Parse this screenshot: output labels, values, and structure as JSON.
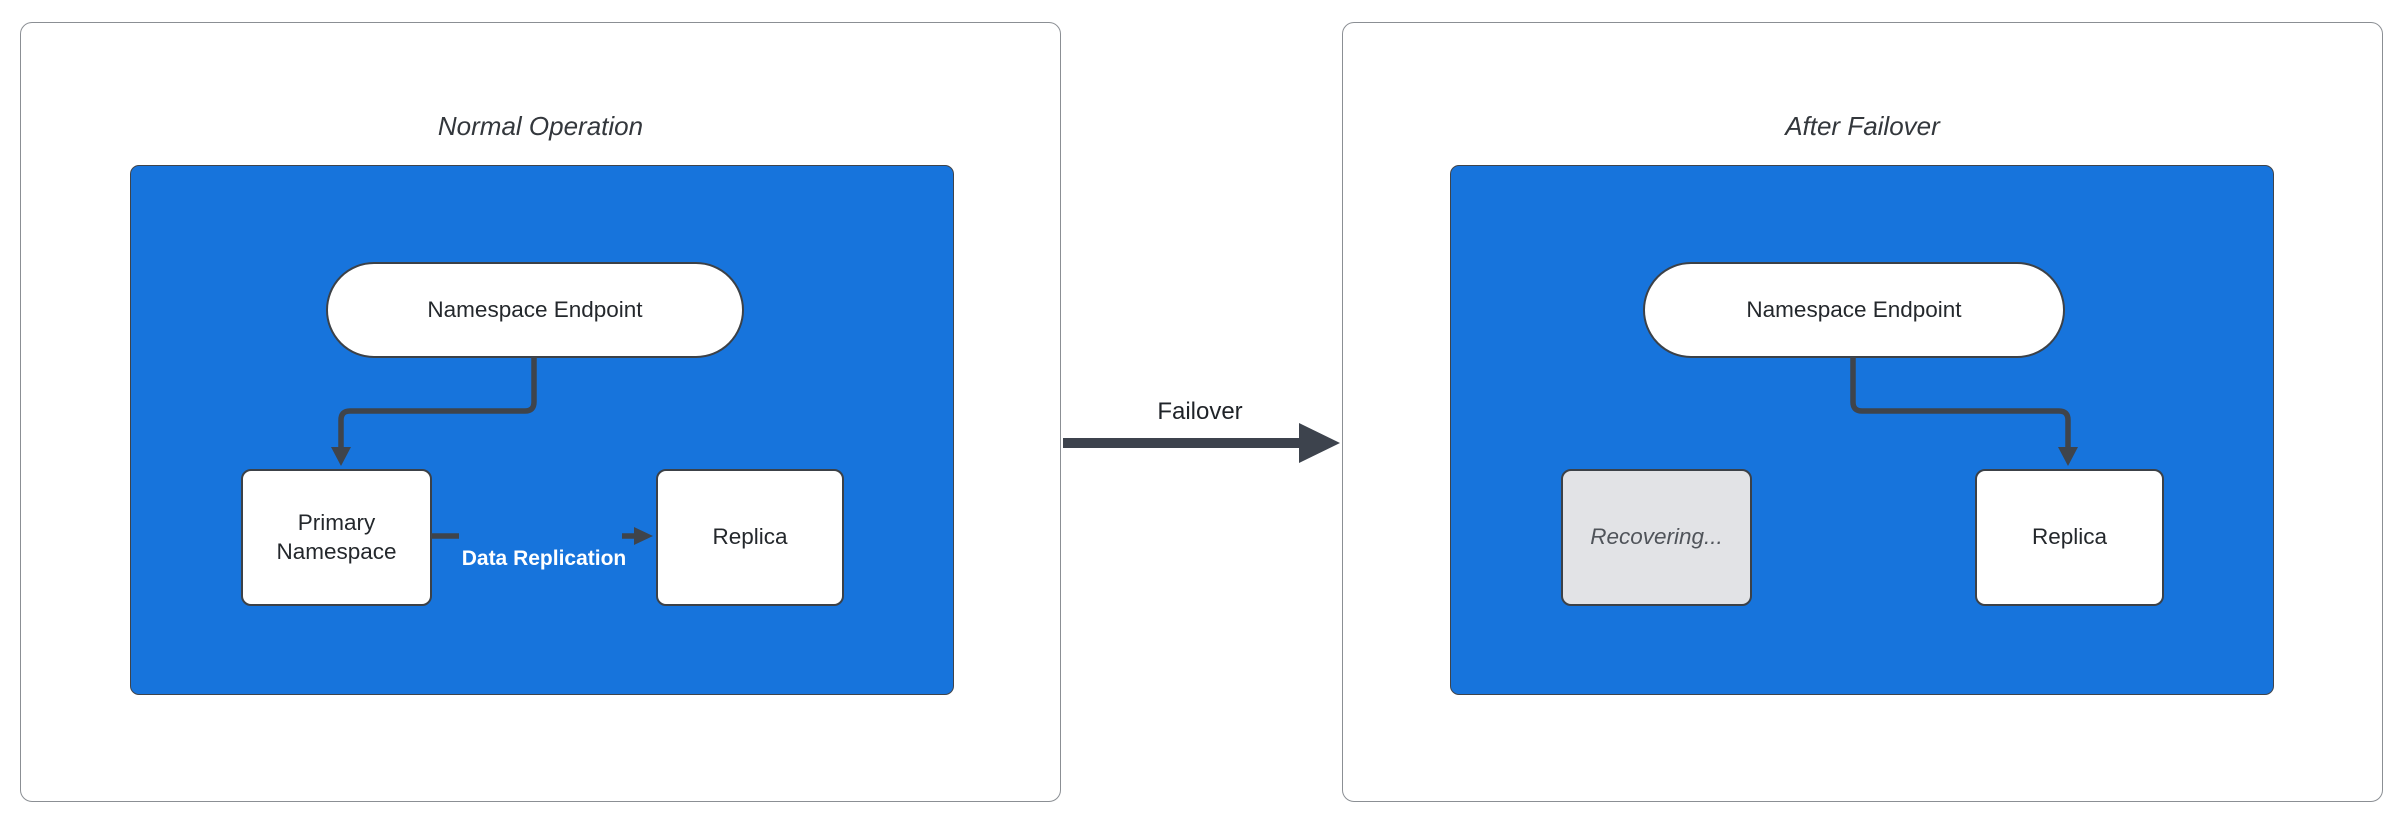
{
  "diagram": {
    "type": "flowchart-comparison",
    "panels": [
      {
        "title": "Normal Operation",
        "nodes": {
          "endpoint": "Namespace Endpoint",
          "primary": "Primary Namespace",
          "replica": "Replica"
        },
        "edge_label": "Data Replication"
      },
      {
        "title": "After Failover",
        "nodes": {
          "endpoint": "Namespace Endpoint",
          "recovering": "Recovering...",
          "replica": "Replica"
        }
      }
    ],
    "transition_label": "Failover",
    "colors": {
      "container_blue": "#1774DC",
      "node_background": "#FFFFFF",
      "node_border": "#3C4147",
      "connector": "#3F444B",
      "recovering_background": "#E2E3E6",
      "recovering_text": "#50545A",
      "edge_label_text": "#FFFFFF",
      "panel_border": "#8B8F94",
      "title_text": "#33373C"
    }
  }
}
